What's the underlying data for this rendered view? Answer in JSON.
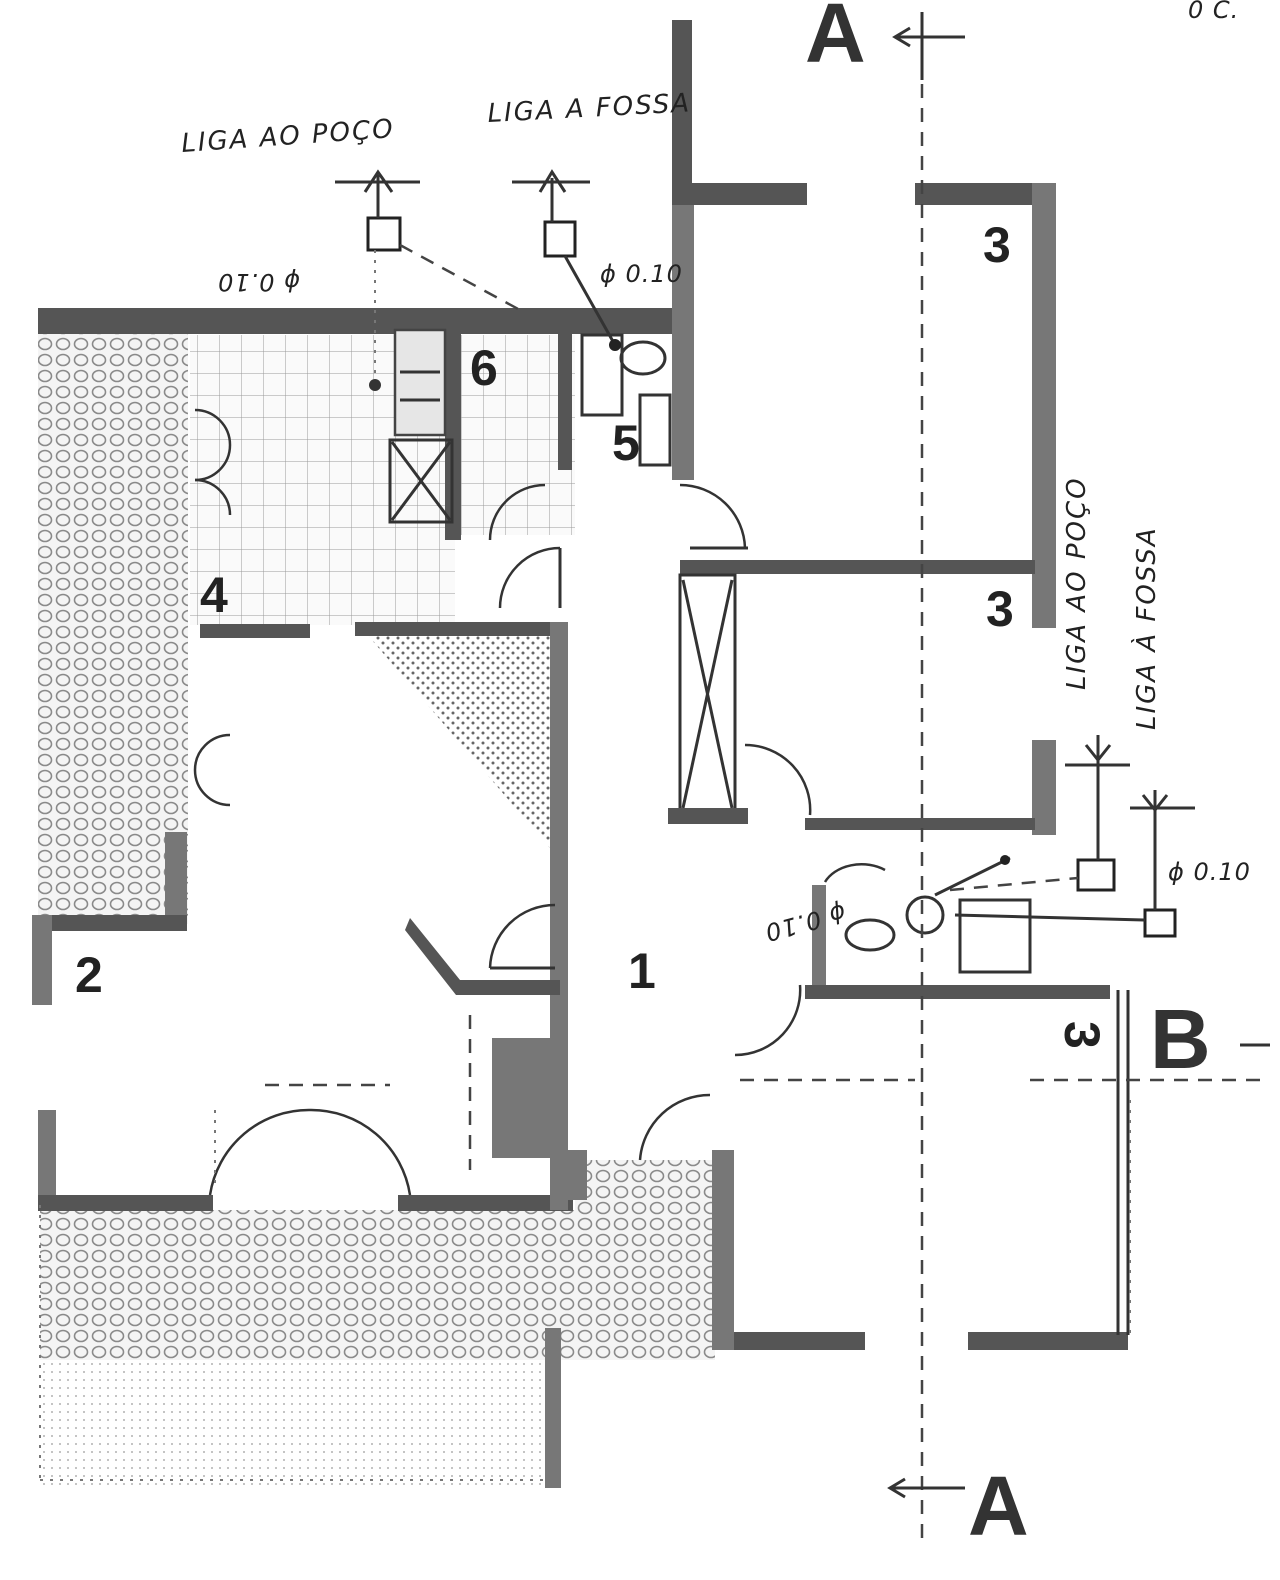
{
  "notes": {
    "liga_ao_poco_top": "LIGA AO POÇO",
    "liga_a_fossa_top": "LIGA A FOSSA",
    "pipe_diameter_top_right": "ϕ 0.10",
    "pipe_diameter_top_left": "ϕ 0.10",
    "liga_ao_poco_side": "LIGA AO POÇO",
    "liga_a_fossa_side": "LIGA À FOSSA",
    "pipe_diameter_side": "ϕ 0.10",
    "pipe_diameter_side_2": "ϕ 0.10",
    "corner_text": "0 C."
  },
  "sections": {
    "a_top": "A",
    "a_bottom": "A",
    "b": "B"
  },
  "rooms": {
    "r1": "1",
    "r2": "2",
    "r3_top": "3",
    "r3_mid": "3",
    "r3_small": "3",
    "r4": "4",
    "r5": "5",
    "r6": "6"
  }
}
